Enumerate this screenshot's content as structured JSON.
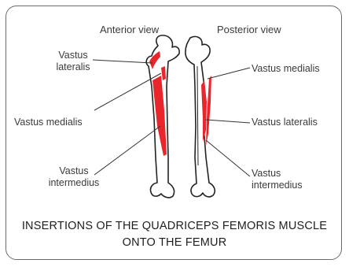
{
  "views": {
    "anterior": "Anterior view",
    "posterior": "Posterior view"
  },
  "labels": {
    "anterior": {
      "lateralis_line1": "Vastus",
      "lateralis_line2": "lateralis",
      "medialis": "Vastus medialis",
      "intermedius_line1": "Vastus",
      "intermedius_line2": "intermedius"
    },
    "posterior": {
      "medialis": "Vastus medialis",
      "lateralis": "Vastus lateralis",
      "intermedius_line1": "Vastus",
      "intermedius_line2": "intermedius"
    }
  },
  "caption": {
    "line1": "INSERTIONS OF THE QUADRICEPS FEMORIS MUSCLE",
    "line2": "ONTO THE FEMUR"
  },
  "colors": {
    "muscle": "#e8262c",
    "bone_outline": "#222222",
    "frame": "#6b6b6b"
  }
}
